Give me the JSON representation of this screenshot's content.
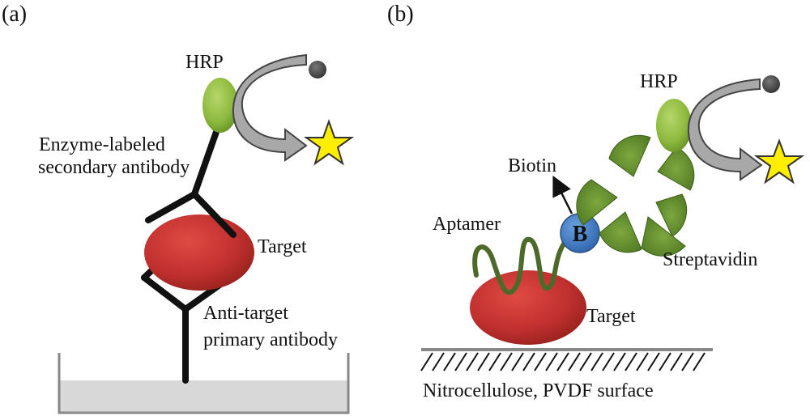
{
  "panel_a": {
    "panel_label": "(a)",
    "enzyme_label": "HRP",
    "secondary_antibody_line1": "Enzyme-labeled",
    "secondary_antibody_line2": "secondary antibody",
    "target_label": "Target",
    "primary_antibody_line1": "Anti-target",
    "primary_antibody_line2": "primary antibody"
  },
  "panel_b": {
    "panel_label": "(b)",
    "enzyme_label": "HRP",
    "biotin_label": "Biotin",
    "biotin_symbol": "B",
    "aptamer_label": "Aptamer",
    "streptavidin_label": "Streptavidin",
    "target_label": "Target",
    "surface_label": "Nitrocellulose, PVDF surface"
  },
  "colors": {
    "target": "#c0302e",
    "hrp": "#8dba3e",
    "streptavidin": "#5f8a2c",
    "biotin": "#3a78c9",
    "star": "#ffee00",
    "arrow": "#a8a8a8",
    "substrate": "#555555",
    "well": "#d8d8d8"
  }
}
